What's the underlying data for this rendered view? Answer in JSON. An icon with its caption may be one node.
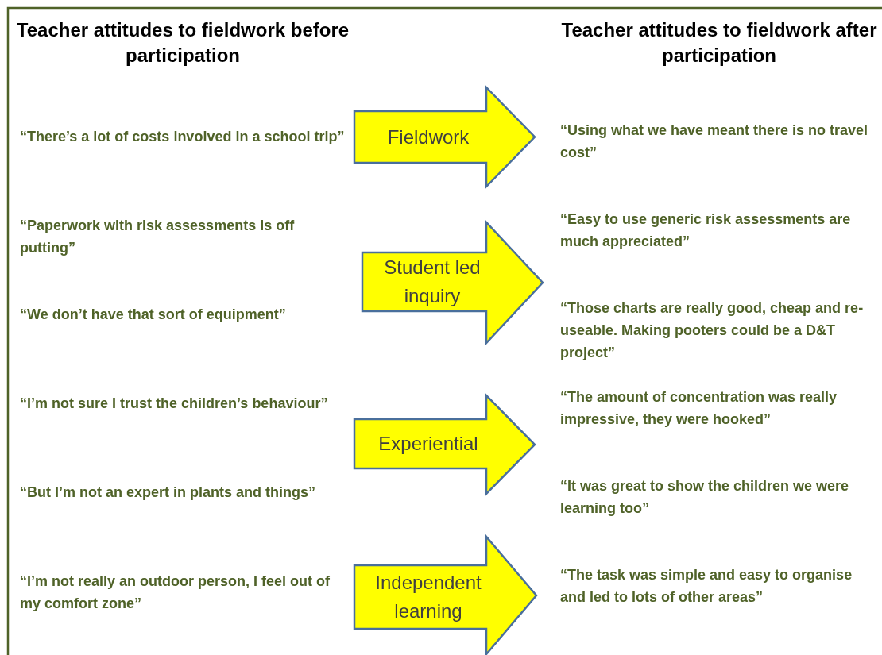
{
  "diagram": {
    "nodes": [
      {
        "text": [
          "Fieldwork"
        ]
      },
      {
        "text": [
          "Student led inquiry"
        ]
      },
      {
        "text": [
          "Experiential"
        ]
      },
      {
        "text": [
          "Independent learning"
        ]
      }
    ],
    "labels": [
      "Teacher attitudes to fieldwork before participation",
      "Teacher attitudes to fieldwork after participation",
      "“There’s a lot of costs involved in a school trip”",
      "“Using what we have meant there is no travel cost”",
      "“Paperwork with risk assessments is off putting”",
      "“Easy to use generic risk assessments are much appreciated”",
      "“We don’t have that sort of equipment”",
      "“Those charts are really good, cheap and re-useable. Making pooters could be a D&T project”",
      "“I’m not sure I trust the children’s behaviour”",
      "“The amount of concentration was really impressive, they were hooked”",
      "“But I’m not an expert in plants and things”",
      "“It was great to show the children we were learning too”",
      "“I’m not really an outdoor person, I feel out of my comfort zone”",
      "“The task was simple and easy to organise and led to lots of other areas”"
    ]
  }
}
